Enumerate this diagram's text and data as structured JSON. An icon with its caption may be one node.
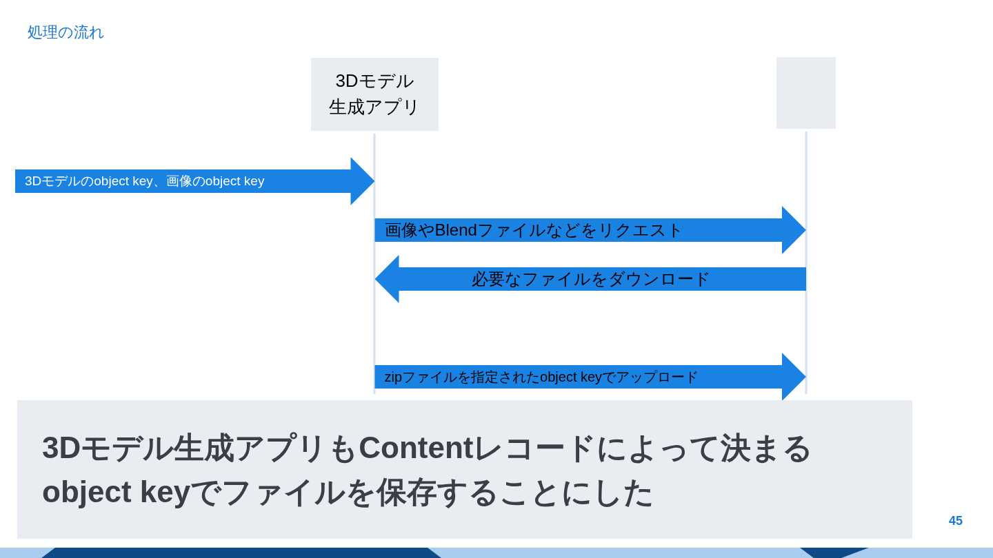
{
  "diagram": {
    "title": "処理の流れ",
    "nodes": [
      {
        "text": [
          "3Dモデル生成アプリ"
        ]
      },
      {
        "text": [],
        "shape": "box"
      },
      {
        "text": [
          "3Dモデル生成アプリもContentレコードによって決まるobject keyでファイルを保存することにした"
        ]
      }
    ],
    "edges": [
      {
        "from": null,
        "to": 0,
        "arrow": "to",
        "label": "3Dモデルのobject key、画像のobject key"
      },
      {
        "from": 0,
        "to": 1,
        "arrow": "to",
        "label": "画像やBlendファイルなどをリクエスト"
      },
      {
        "from": 1,
        "to": 0,
        "arrow": "to",
        "label": "必要なファイルをダウンロード"
      },
      {
        "from": 0,
        "to": 1,
        "arrow": "to",
        "label": "zipファイルを指定されたobject keyでアップロード"
      }
    ],
    "labels": [
      "45"
    ]
  }
}
